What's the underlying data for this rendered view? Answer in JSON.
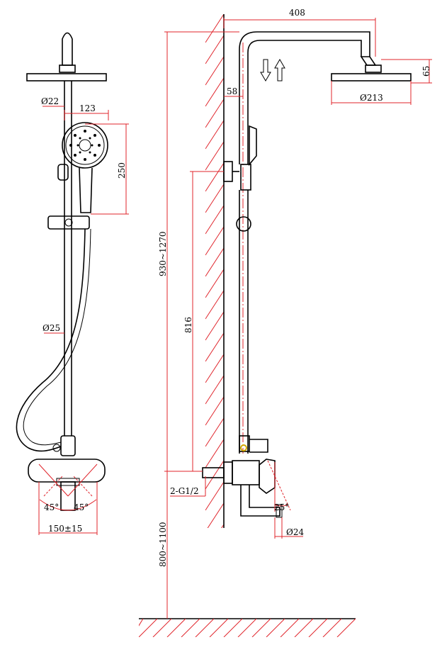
{
  "colors": {
    "dimension": "#e0242b",
    "outline": "#000000",
    "valve_marker": "#d4a800"
  },
  "front_view": {
    "dim_head_neck": "Ø22",
    "dim_hand_shower_width": "123",
    "dim_hand_shower_height": "250",
    "dim_rail_dia": "Ø25",
    "dim_angle_left": "45°",
    "dim_angle_right": "45°",
    "dim_inlet_centers": "150±15"
  },
  "side_view": {
    "dim_arm_reach": "408",
    "dim_head_thickness": "65",
    "dim_head_dia": "Ø213",
    "dim_wall_offset": "58",
    "dim_total_height": "930~1270",
    "dim_bracket_height": "816",
    "dim_inlet_thread": "2-G1/2",
    "dim_lever_angle": "25°",
    "dim_spout_dia": "Ø24",
    "dim_floor_height": "800~1100",
    "flow_arrows": [
      "down-arrow-icon",
      "up-arrow-icon"
    ]
  }
}
